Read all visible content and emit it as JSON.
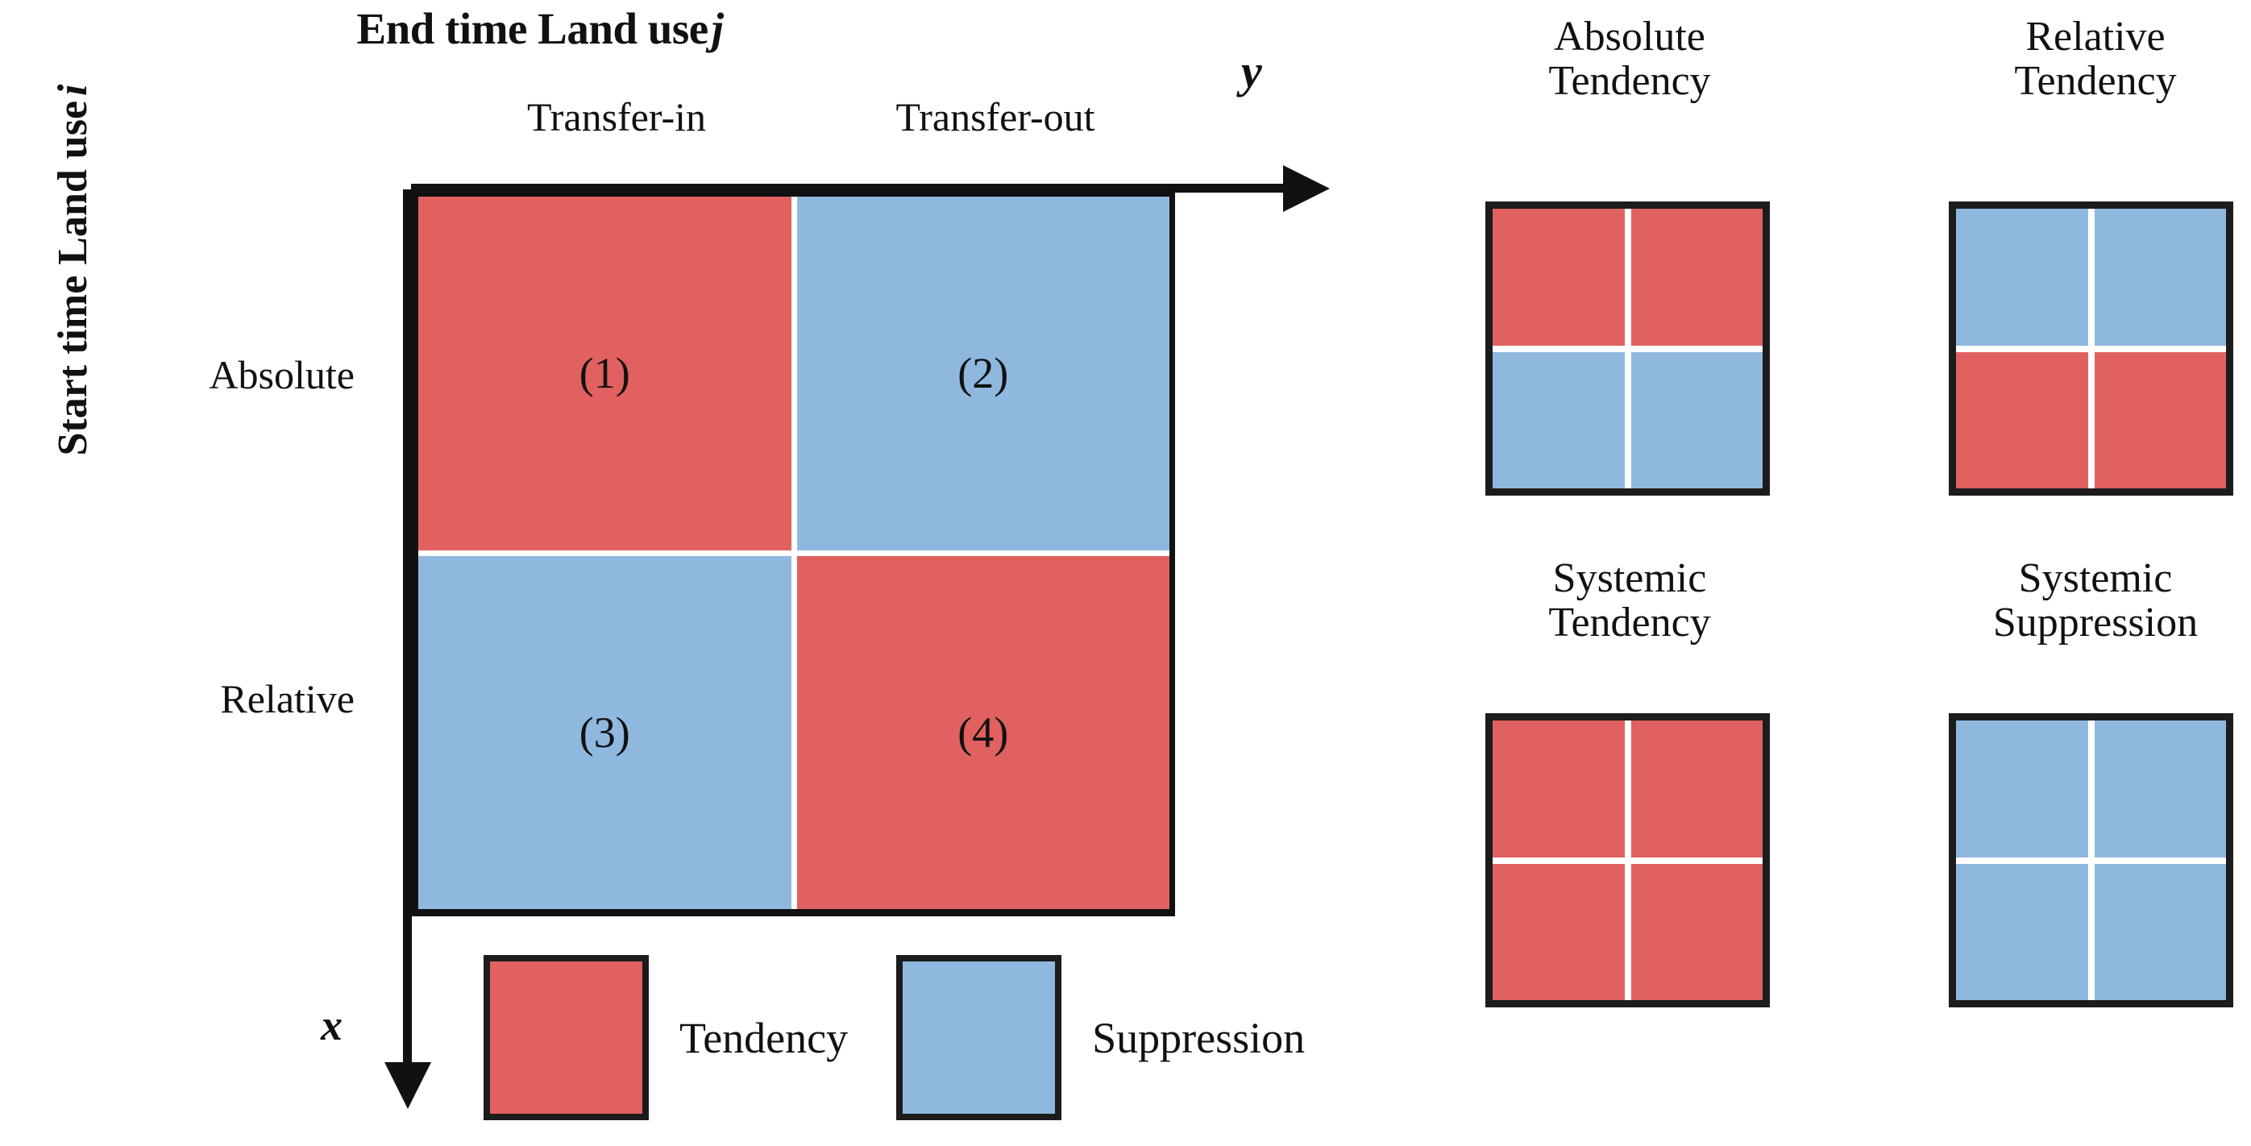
{
  "figure": {
    "title_main": "End time Land use",
    "title_main_var": "j",
    "axis_y_title_main": "Start time Land  use",
    "axis_y_title_var": "i",
    "axis_y_label": "y",
    "axis_x_label": "x"
  },
  "matrix": {
    "column_headers": [
      "Transfer-in",
      "Transfer-out"
    ],
    "row_labels": [
      "Absolute",
      "Relative"
    ],
    "cells": [
      {
        "label": "(1)",
        "category": "Tendency",
        "color": "#e06160"
      },
      {
        "label": "(2)",
        "category": "Suppression",
        "color": "#8fb8df"
      },
      {
        "label": "(3)",
        "category": "Suppression",
        "color": "#8fb8df"
      },
      {
        "label": "(4)",
        "category": "Tendency",
        "color": "#e06160"
      }
    ]
  },
  "legend": {
    "items": [
      {
        "label": "Tendency",
        "color": "#e06160"
      },
      {
        "label": "Suppression",
        "color": "#8fb8df"
      }
    ]
  },
  "panels": [
    {
      "caption_line1": "Absolute",
      "caption_line2": "Tendency",
      "cells": [
        "Tendency",
        "Tendency",
        "Suppression",
        "Suppression"
      ]
    },
    {
      "caption_line1": "Relative",
      "caption_line2": "Tendency",
      "cells": [
        "Suppression",
        "Suppression",
        "Tendency",
        "Tendency"
      ]
    },
    {
      "caption_line1": "Systemic",
      "caption_line2": "Tendency",
      "cells": [
        "Tendency",
        "Tendency",
        "Tendency",
        "Tendency"
      ]
    },
    {
      "caption_line1": "Systemic",
      "caption_line2": "Suppression",
      "cells": [
        "Suppression",
        "Suppression",
        "Suppression",
        "Suppression"
      ]
    }
  ],
  "colors": {
    "tendency": "#e06160",
    "suppression": "#8fb8df",
    "stroke": "#111111",
    "separator": "#ffffff",
    "background": "#ffffff"
  },
  "chart_data": {
    "type": "heatmap",
    "title": "End time Land use j",
    "xlabel": "End time Land use j",
    "ylabel": "Start time Land use i",
    "categories": [
      "Transfer-in",
      "Transfer-out"
    ],
    "rows": [
      "Absolute",
      "Relative"
    ],
    "grid": false,
    "legend_position": "bottom",
    "values": [
      [
        "Tendency",
        "Suppression"
      ],
      [
        "Suppression",
        "Tendency"
      ]
    ],
    "cell_labels": [
      [
        "(1)",
        "(2)"
      ],
      [
        "(3)",
        "(4)"
      ]
    ],
    "legend_entries": [
      "Tendency",
      "Suppression"
    ],
    "annotations": [
      "Absolute Tendency: Transfer-in Absolute = Tendency, Transfer-out Absolute = Tendency, Transfer-in Relative = Suppression, Transfer-out Relative = Suppression",
      "Relative Tendency: Transfer-in Absolute = Suppression, Transfer-out Absolute = Suppression, Transfer-in Relative = Tendency, Transfer-out Relative = Tendency",
      "Systemic Tendency: all four quadrants = Tendency",
      "Systemic Suppression: all four quadrants = Suppression"
    ]
  }
}
